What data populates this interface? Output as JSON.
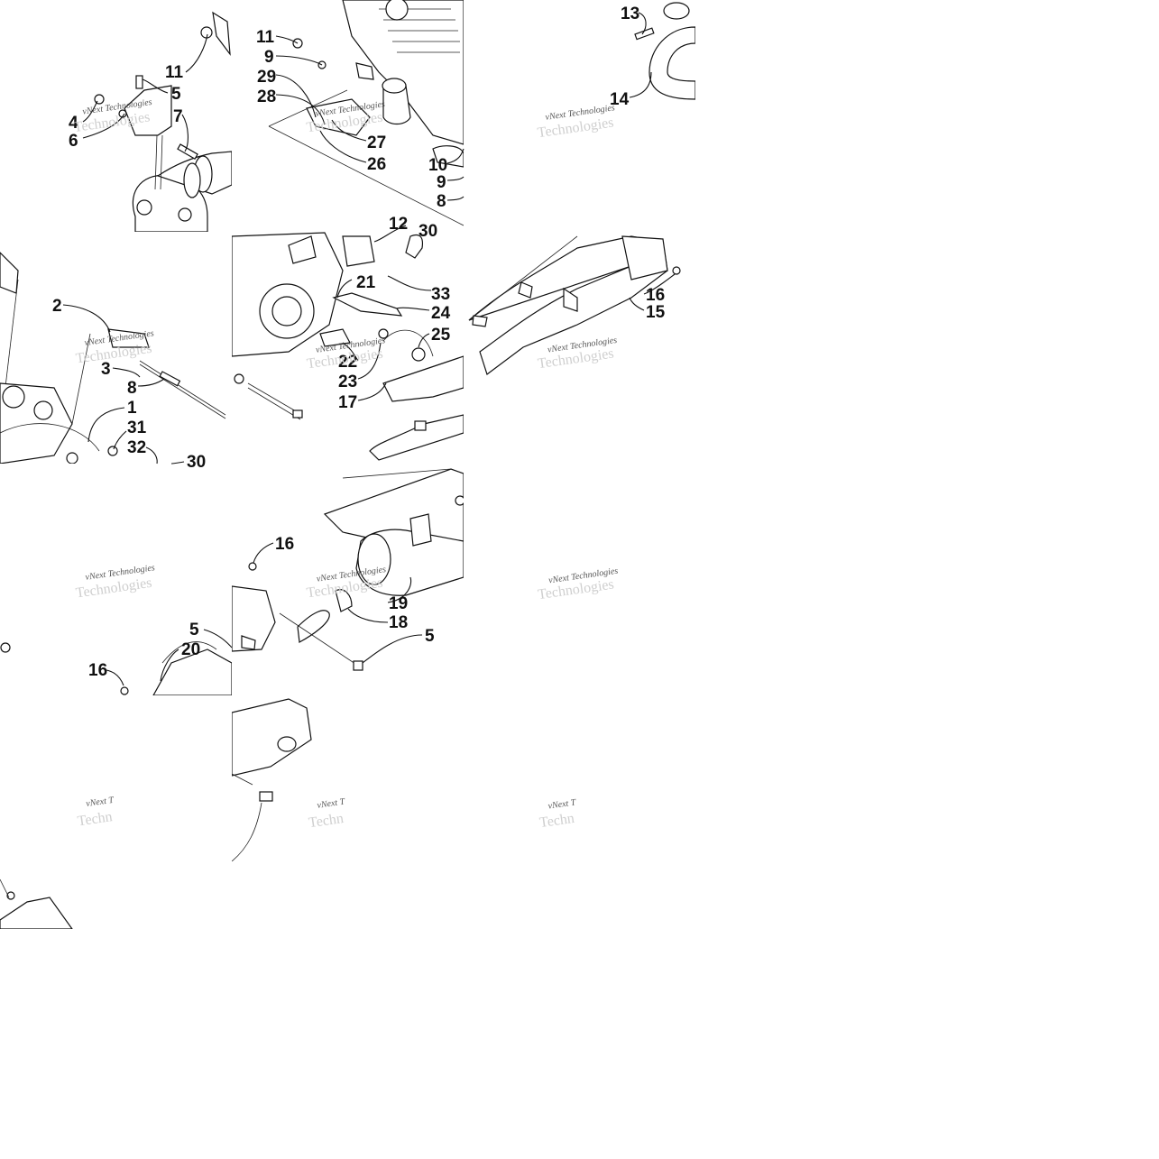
{
  "watermark": {
    "line1": "vNext Technologies",
    "line2": "Technologies",
    "line1_partial": "vNext T",
    "line2_partial": "Techn"
  },
  "callouts": {
    "c11a": "11",
    "c5a": "5",
    "c4": "4",
    "c7": "7",
    "c6": "6",
    "c11b": "11",
    "c9a": "9",
    "c29": "29",
    "c28": "28",
    "c27": "27",
    "c26": "26",
    "c10": "10",
    "c9b": "9",
    "c8a": "8",
    "c13": "13",
    "c14": "14",
    "c12": "12",
    "c30a": "30",
    "c21": "21",
    "c33": "33",
    "c24": "24",
    "c25": "25",
    "c22": "22",
    "c23": "23",
    "c17": "17",
    "c2": "2",
    "c3": "3",
    "c8b": "8",
    "c1": "1",
    "c31": "31",
    "c32": "32",
    "c30b": "30",
    "c16a": "16",
    "c15": "15",
    "c16b": "16",
    "c19": "19",
    "c18": "18",
    "c5b": "5",
    "c5c": "5",
    "c20": "20",
    "c16c": "16"
  }
}
